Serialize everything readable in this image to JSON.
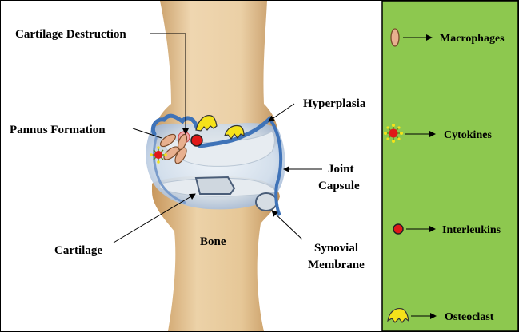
{
  "diagram": {
    "labels": {
      "cartilage_destruction": "Cartilage Destruction",
      "pannus_formation": "Pannus Formation",
      "hyperplasia": "Hyperplasia",
      "joint": "Joint",
      "capsule": "Capsule",
      "cartilage": "Cartilage",
      "bone": "Bone",
      "synovial": "Synovial",
      "membrane": "Membrane"
    }
  },
  "legend": {
    "items": [
      {
        "label": "Macrophages",
        "icon": "macrophage-icon"
      },
      {
        "label": "Cytokines",
        "icon": "cytokine-icon"
      },
      {
        "label": "Interleukins",
        "icon": "interleukin-icon"
      },
      {
        "label": "Osteoclast",
        "icon": "osteoclast-icon"
      }
    ]
  },
  "colors": {
    "legend_bg": "#8dc84f",
    "bone": "#e6c596",
    "bone_shadow": "#c9a36d",
    "synovium": "#3f73b8",
    "capsule_fill": "#c9d9ec",
    "cartilage": "#dfe5ea",
    "macrophage": "#e8b08f",
    "interleukin": "#e01818",
    "osteoclast": "#f5e21a"
  }
}
